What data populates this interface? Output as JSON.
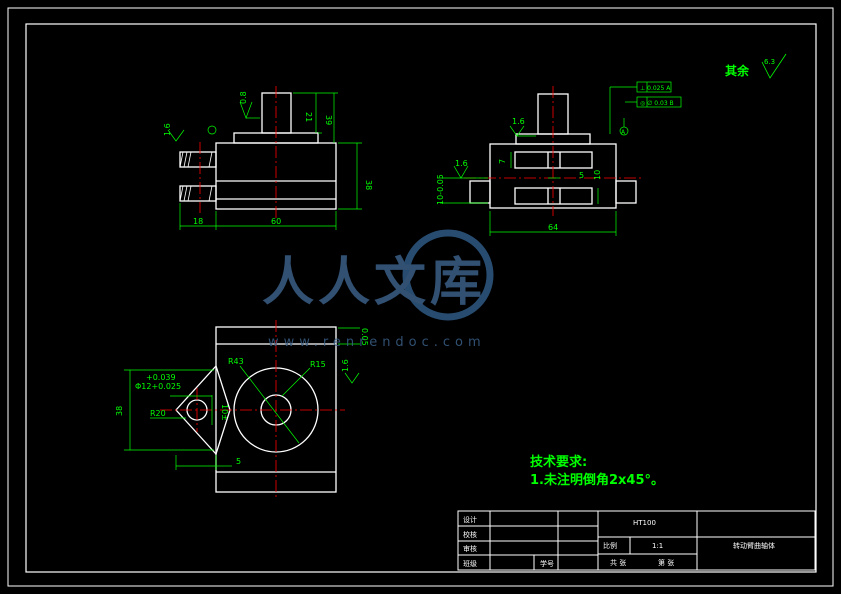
{
  "corner_note": {
    "label": "其余",
    "roughness": "6.3"
  },
  "technical_requirements": {
    "title": "技术要求:",
    "item_1": "1.未注明倒角2x45°。"
  },
  "watermark": {
    "text": "人人文库",
    "url": "www.renrendoc.com"
  },
  "views": {
    "front": {
      "dims": {
        "d18": "18",
        "d60": "60",
        "d38": "38",
        "d21": "21",
        "d39": "39"
      },
      "roughness": {
        "r16a": "1.6",
        "r08": "0.8"
      }
    },
    "side": {
      "dims": {
        "d64": "64",
        "d5": "5",
        "d7": "7",
        "d10": "10",
        "tol": "10-0.05"
      },
      "roughness": {
        "r16a": "1.6",
        "r16b": "1.6"
      },
      "tolerance_frames": [
        "⊥ 0.025 A",
        "◎ ∅ 0.03 B"
      ],
      "datum": "A"
    },
    "top": {
      "dims": {
        "r43": "R43",
        "r15": "R15",
        "r20": "R20",
        "d38": "38",
        "d5": "5",
        "d102": "10±",
        "tol_hole_a": "+0.039",
        "tol_hole_b": "Φ12+0.025",
        "d0d": "0.05"
      },
      "roughness": {
        "r16": "1.6"
      }
    }
  },
  "title_block": {
    "material": "HT100",
    "scale_label": "比例",
    "scale_value": "1:1",
    "part_name": "转动臂曲轴体",
    "rows": [
      "设计",
      "校核",
      "审核",
      "班级"
    ],
    "id_label": "学号",
    "sheet_total_label": "共   张",
    "sheet_num_label": "第   张"
  },
  "colors": {
    "background": "#000000",
    "outline": "#ffffff",
    "dimension": "#00ff00",
    "centerline": "#ff0000",
    "note": "#00ff00",
    "watermark": "#3a5f86"
  }
}
